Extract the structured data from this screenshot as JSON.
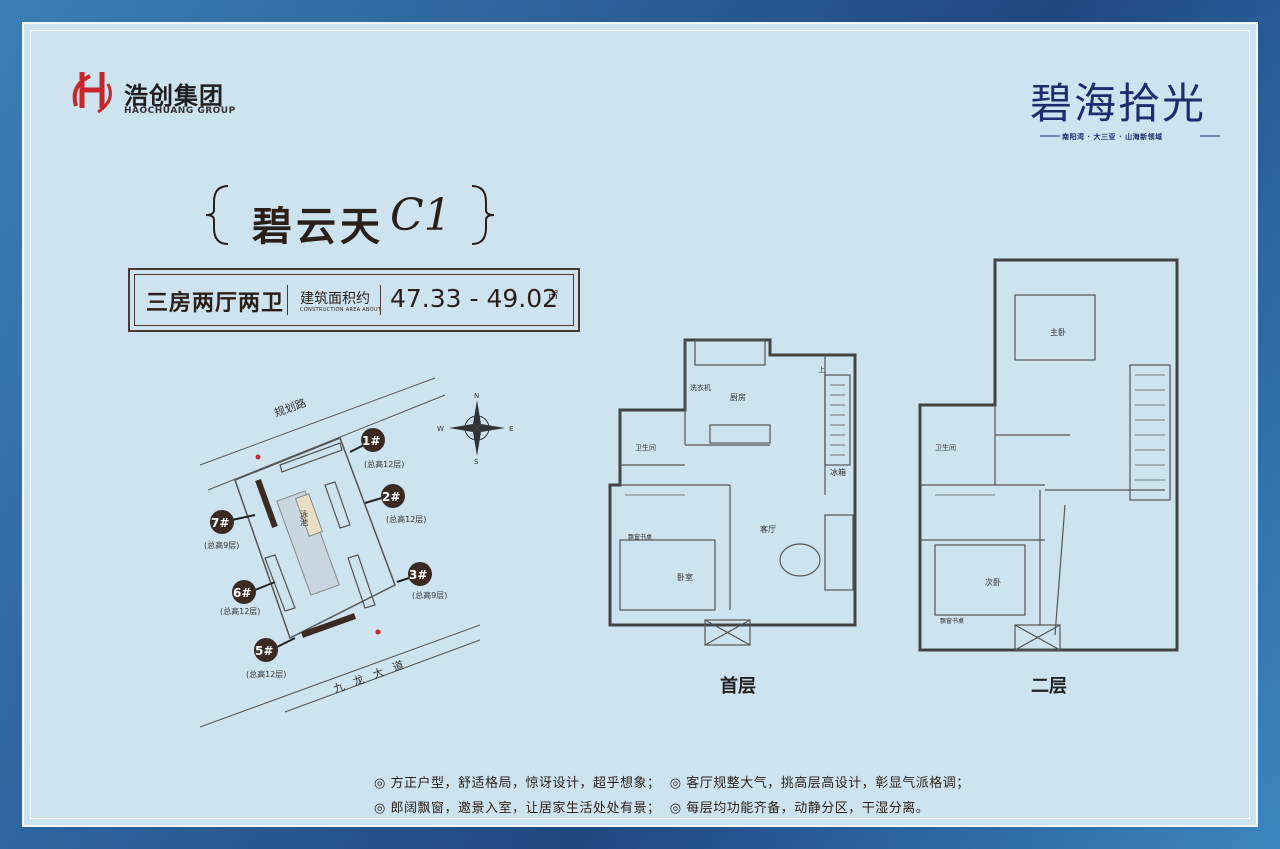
{
  "brand": {
    "company_cn": "浩创集团",
    "company_en": "HAOCHUANG GROUP",
    "project_name": "碧海拾光",
    "project_tagline": "南阳湾 · 大三亚 · 山海新领域"
  },
  "title": {
    "name": "碧云天",
    "type_code": "C1"
  },
  "spec": {
    "layout": "三房两厅两卫",
    "area_label": "建筑面积约",
    "area_label_en": "CONSTRUCTION AREA ABOUT",
    "area_value": "47.33 - 49.02",
    "area_unit": "㎡"
  },
  "site_plan": {
    "road_north": "规划路",
    "road_south": "九龙大道",
    "pool": "泳池",
    "compass": {
      "n": "N",
      "s": "S",
      "e": "E",
      "w": "W"
    },
    "buildings": [
      {
        "label": "1#",
        "height": "(总高12层)"
      },
      {
        "label": "2#",
        "height": "(总高12层)"
      },
      {
        "label": "3#",
        "height": "(总高9层)"
      },
      {
        "label": "5#",
        "height": "(总高12层)"
      },
      {
        "label": "6#",
        "height": "(总高12层)"
      },
      {
        "label": "7#",
        "height": "(总高9层)"
      }
    ]
  },
  "floor1": {
    "label": "首层",
    "rooms": {
      "kitchen": "厨房",
      "fridge": "冰箱",
      "washer": "洗衣机",
      "bath": "卫生间",
      "living": "客厅",
      "bedroom": "卧室",
      "desk": "飘窗书桌",
      "stairs_up": "上"
    }
  },
  "floor2": {
    "label": "二层",
    "rooms": {
      "master": "主卧",
      "bath": "卫生间",
      "second": "次卧",
      "desk": "飘窗书桌"
    }
  },
  "features": {
    "line1": "◎ 方正户型，舒适格局，惊讶设计，超乎想象；  ◎ 客厅规整大气，挑高层高设计，彰显气派格调；",
    "line2": "◎ 郎阔飘窗，邀景入室，让居家生活处处有景；  ◎ 每层均功能齐备，动静分区，干湿分离。"
  },
  "colors": {
    "card": "#cde3ef",
    "text_dark": "#2b1f1a",
    "brand_blue": "#1e2b6e",
    "logo_red": "#c8262b",
    "building_dark": "#3a2a22"
  }
}
